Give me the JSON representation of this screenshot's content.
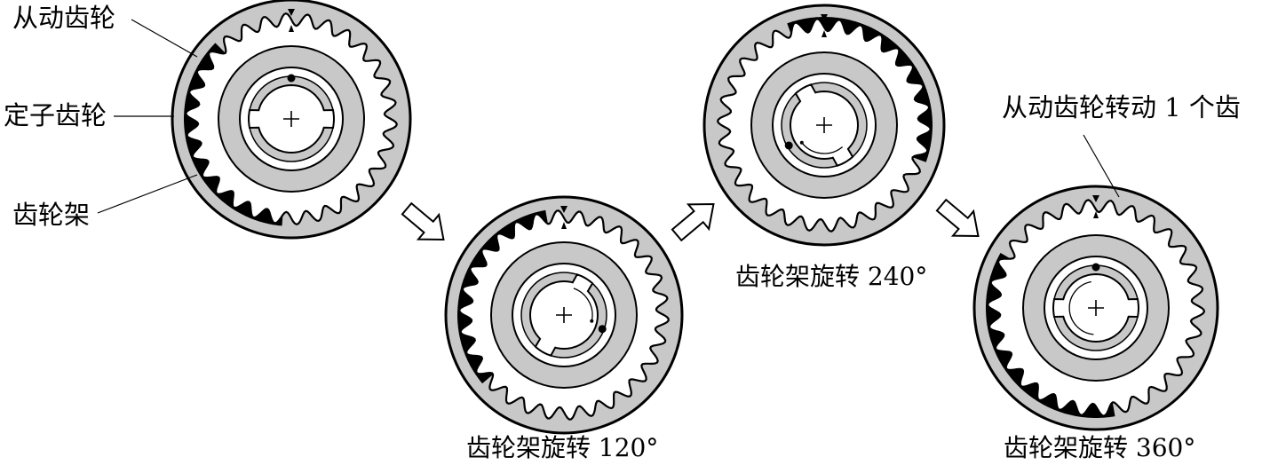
{
  "labels": {
    "driven_gear": "从动齿轮",
    "stator_gear": "定子齿轮",
    "gear_carrier": "齿轮架",
    "one_tooth": "从动齿轮转动 1 个齿"
  },
  "captions": {
    "rot120": "齿轮架旋转 120°",
    "rot240": "齿轮架旋转 240°",
    "rot360": "齿轮架旋转 360°"
  },
  "stages": [
    {
      "carrier_rotation_deg": 0
    },
    {
      "carrier_rotation_deg": 120
    },
    {
      "carrier_rotation_deg": 240
    },
    {
      "carrier_rotation_deg": 360
    }
  ]
}
